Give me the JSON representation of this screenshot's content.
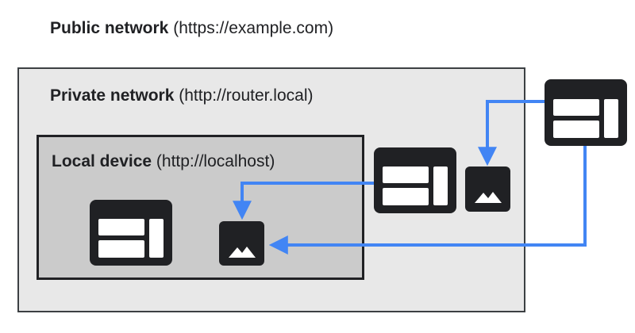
{
  "networks": {
    "public": {
      "name": "Public network",
      "url": "(https://example.com)"
    },
    "private": {
      "name": "Private network",
      "url": "(http://router.local)"
    },
    "local": {
      "name": "Local device",
      "url": "(http://localhost)"
    }
  },
  "icons": {
    "webpage": "webpage-layout-icon",
    "image": "image-icon"
  },
  "colors": {
    "arrow": "#4285f4",
    "icon_dark": "#202124",
    "private_fill": "#e8e8e8",
    "local_fill": "#cbcbcb"
  }
}
